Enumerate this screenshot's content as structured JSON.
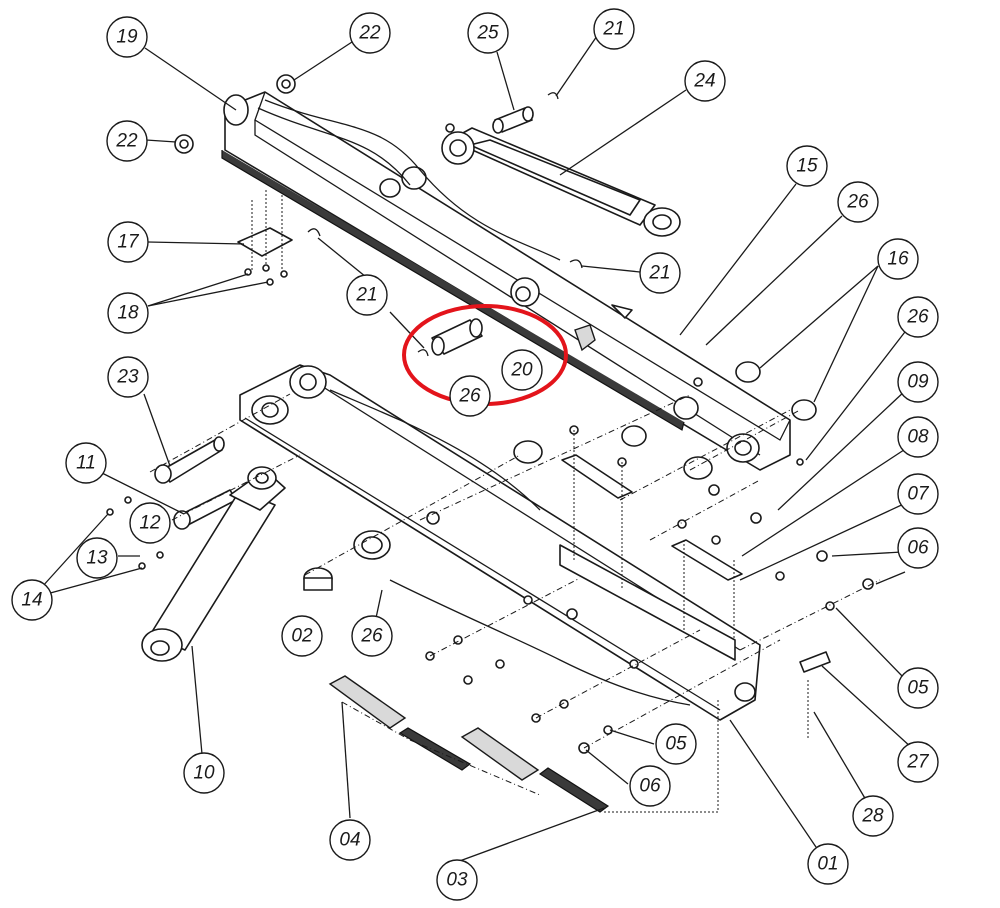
{
  "balloons": [
    {
      "id": "19",
      "label": "19"
    },
    {
      "id": "22a",
      "label": "22"
    },
    {
      "id": "22b",
      "label": "22"
    },
    {
      "id": "25",
      "label": "25"
    },
    {
      "id": "21a",
      "label": "21"
    },
    {
      "id": "24",
      "label": "24"
    },
    {
      "id": "15",
      "label": "15"
    },
    {
      "id": "26a",
      "label": "26"
    },
    {
      "id": "16",
      "label": "16"
    },
    {
      "id": "26b",
      "label": "26"
    },
    {
      "id": "09",
      "label": "09"
    },
    {
      "id": "08",
      "label": "08"
    },
    {
      "id": "07",
      "label": "07"
    },
    {
      "id": "06a",
      "label": "06"
    },
    {
      "id": "05a",
      "label": "05"
    },
    {
      "id": "27",
      "label": "27"
    },
    {
      "id": "28",
      "label": "28"
    },
    {
      "id": "01",
      "label": "01"
    },
    {
      "id": "17",
      "label": "17"
    },
    {
      "id": "18",
      "label": "18"
    },
    {
      "id": "21b",
      "label": "21"
    },
    {
      "id": "21c",
      "label": "21"
    },
    {
      "id": "20",
      "label": "20"
    },
    {
      "id": "26c",
      "label": "26"
    },
    {
      "id": "23",
      "label": "23"
    },
    {
      "id": "11",
      "label": "11"
    },
    {
      "id": "12",
      "label": "12"
    },
    {
      "id": "13",
      "label": "13"
    },
    {
      "id": "14",
      "label": "14"
    },
    {
      "id": "10",
      "label": "10"
    },
    {
      "id": "02",
      "label": "02"
    },
    {
      "id": "26d",
      "label": "26"
    },
    {
      "id": "04",
      "label": "04"
    },
    {
      "id": "03",
      "label": "03"
    },
    {
      "id": "05b",
      "label": "05"
    },
    {
      "id": "06b",
      "label": "06"
    }
  ],
  "highlight_color": "#e3141b"
}
